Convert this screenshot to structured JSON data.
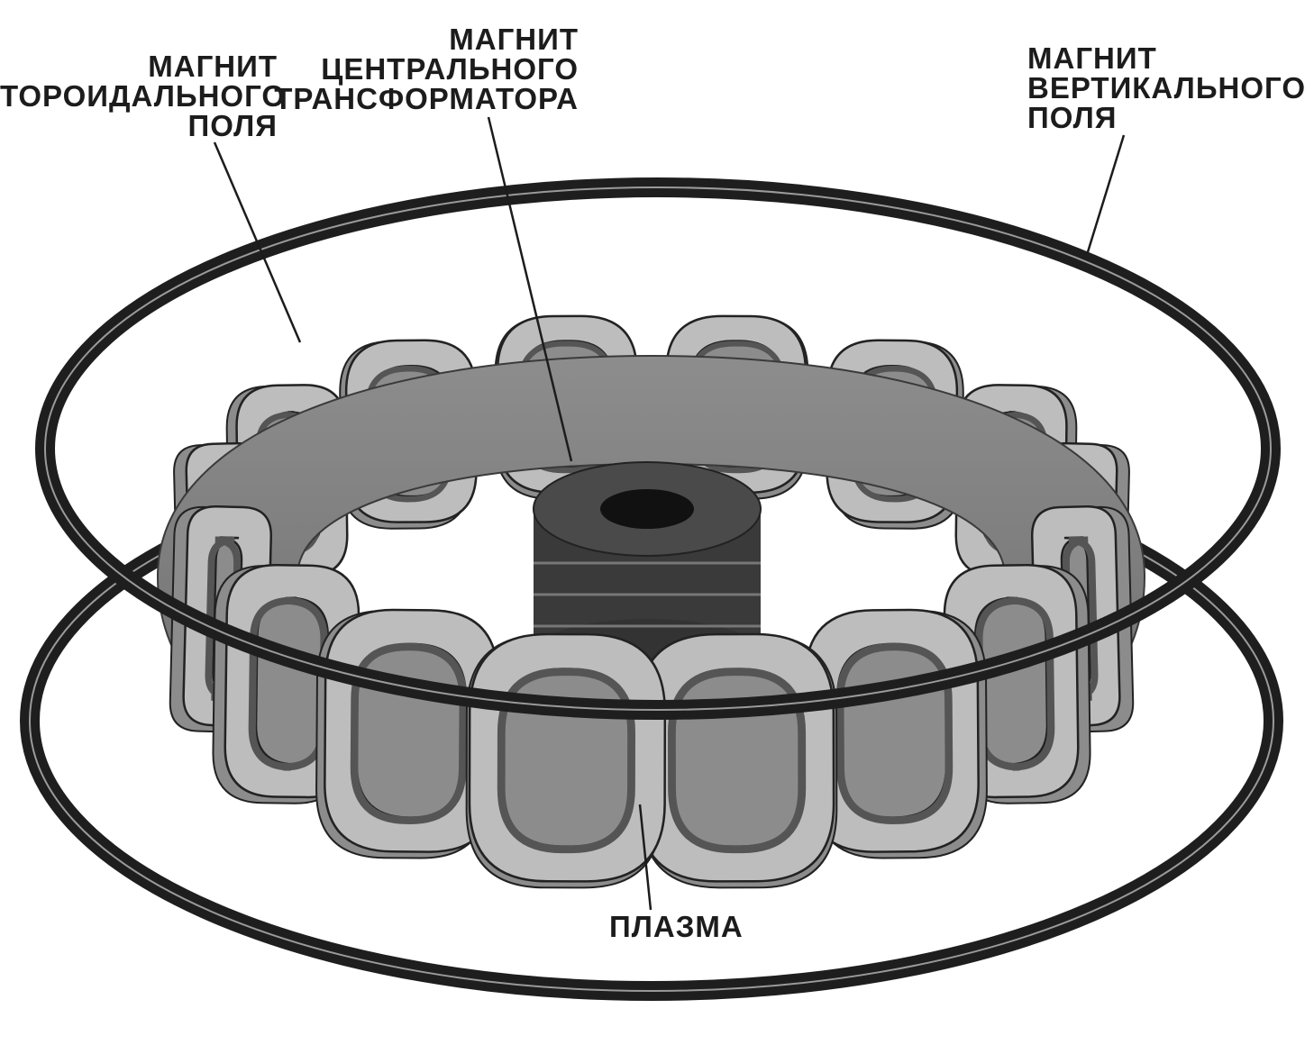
{
  "labels": {
    "toroidal": [
      "МАГНИТ",
      "ТОРОИДАЛЬНОГО",
      "ПОЛЯ"
    ],
    "central": [
      "МАГНИТ",
      "ЦЕНТРАЛЬНОГО",
      "ТРАНСФОРМАТОРА"
    ],
    "vertical": [
      "МАГНИТ",
      "ВЕРТИКАЛЬНОГО",
      "ПОЛЯ"
    ],
    "plasma": "ПЛАЗМА"
  },
  "colors": {
    "background": "#ffffff",
    "ring_dark": "#1e1e1e",
    "coil_light": "#bdbdbd",
    "coil_mid": "#8c8c8c",
    "coil_dark": "#555555",
    "plasma": "#7a7a7a",
    "solenoid": "#3a3a3a"
  },
  "structure": {
    "toroidal_coil_count": 16
  }
}
